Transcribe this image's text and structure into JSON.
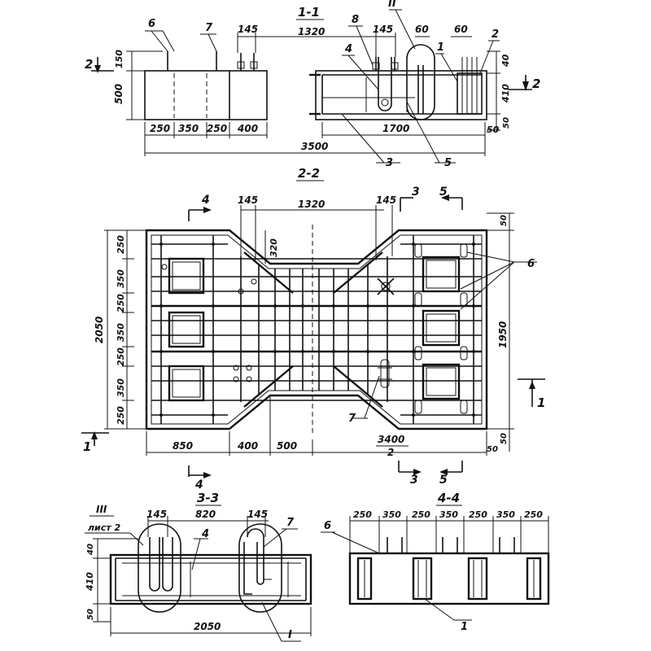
{
  "sections": {
    "s11": "1-1",
    "s22": "2-2",
    "s33": "3-3",
    "s44": "4-4"
  },
  "cut_marks": {
    "one": "1",
    "two": "2",
    "three": "3",
    "four": "4",
    "five": "5"
  },
  "callouts": {
    "c1": "1",
    "c2": "2",
    "c3": "3",
    "c4": "4",
    "c5": "5",
    "c6": "6",
    "c7": "7",
    "c8": "8",
    "roman1": "I",
    "roman2": "II",
    "roman3": "III",
    "sheet_ref": "лист 2"
  },
  "dims_11": {
    "top_145a": "145",
    "top_1320": "1320",
    "top_145b": "145",
    "top_60a": "60",
    "top_60b": "60",
    "left_150": "150",
    "left_500": "500",
    "right_40": "40",
    "right_410": "410",
    "right_50": "50",
    "right_50b": "50",
    "bot_250a": "250",
    "bot_350": "350",
    "bot_250b": "250",
    "bot_400": "400",
    "bot_1700": "1700",
    "bot_3500": "3500"
  },
  "dims_22": {
    "top_145a": "145",
    "top_1320": "1320",
    "top_145b": "145",
    "top_320": "320",
    "right_50": "50",
    "right_1950": "1950",
    "right_50b": "50",
    "right_50c": "50",
    "left_250a": "250",
    "left_350a": "350",
    "left_250b": "250",
    "left_350b": "350",
    "left_250c": "250",
    "left_350c": "350",
    "left_250d": "250",
    "left_2050": "2050",
    "bot_850": "850",
    "bot_400": "400",
    "bot_500": "500",
    "bot_3400": "3400",
    "bot_half": "2"
  },
  "dims_33": {
    "top_145a": "145",
    "top_820": "820",
    "top_145b": "145",
    "left_40": "40",
    "left_410": "410",
    "left_50": "50",
    "bot_2050": "2050"
  },
  "dims_44": {
    "d1": "250",
    "d2": "350",
    "d3": "250",
    "d4": "350",
    "d5": "250",
    "d6": "350",
    "d7": "250"
  }
}
